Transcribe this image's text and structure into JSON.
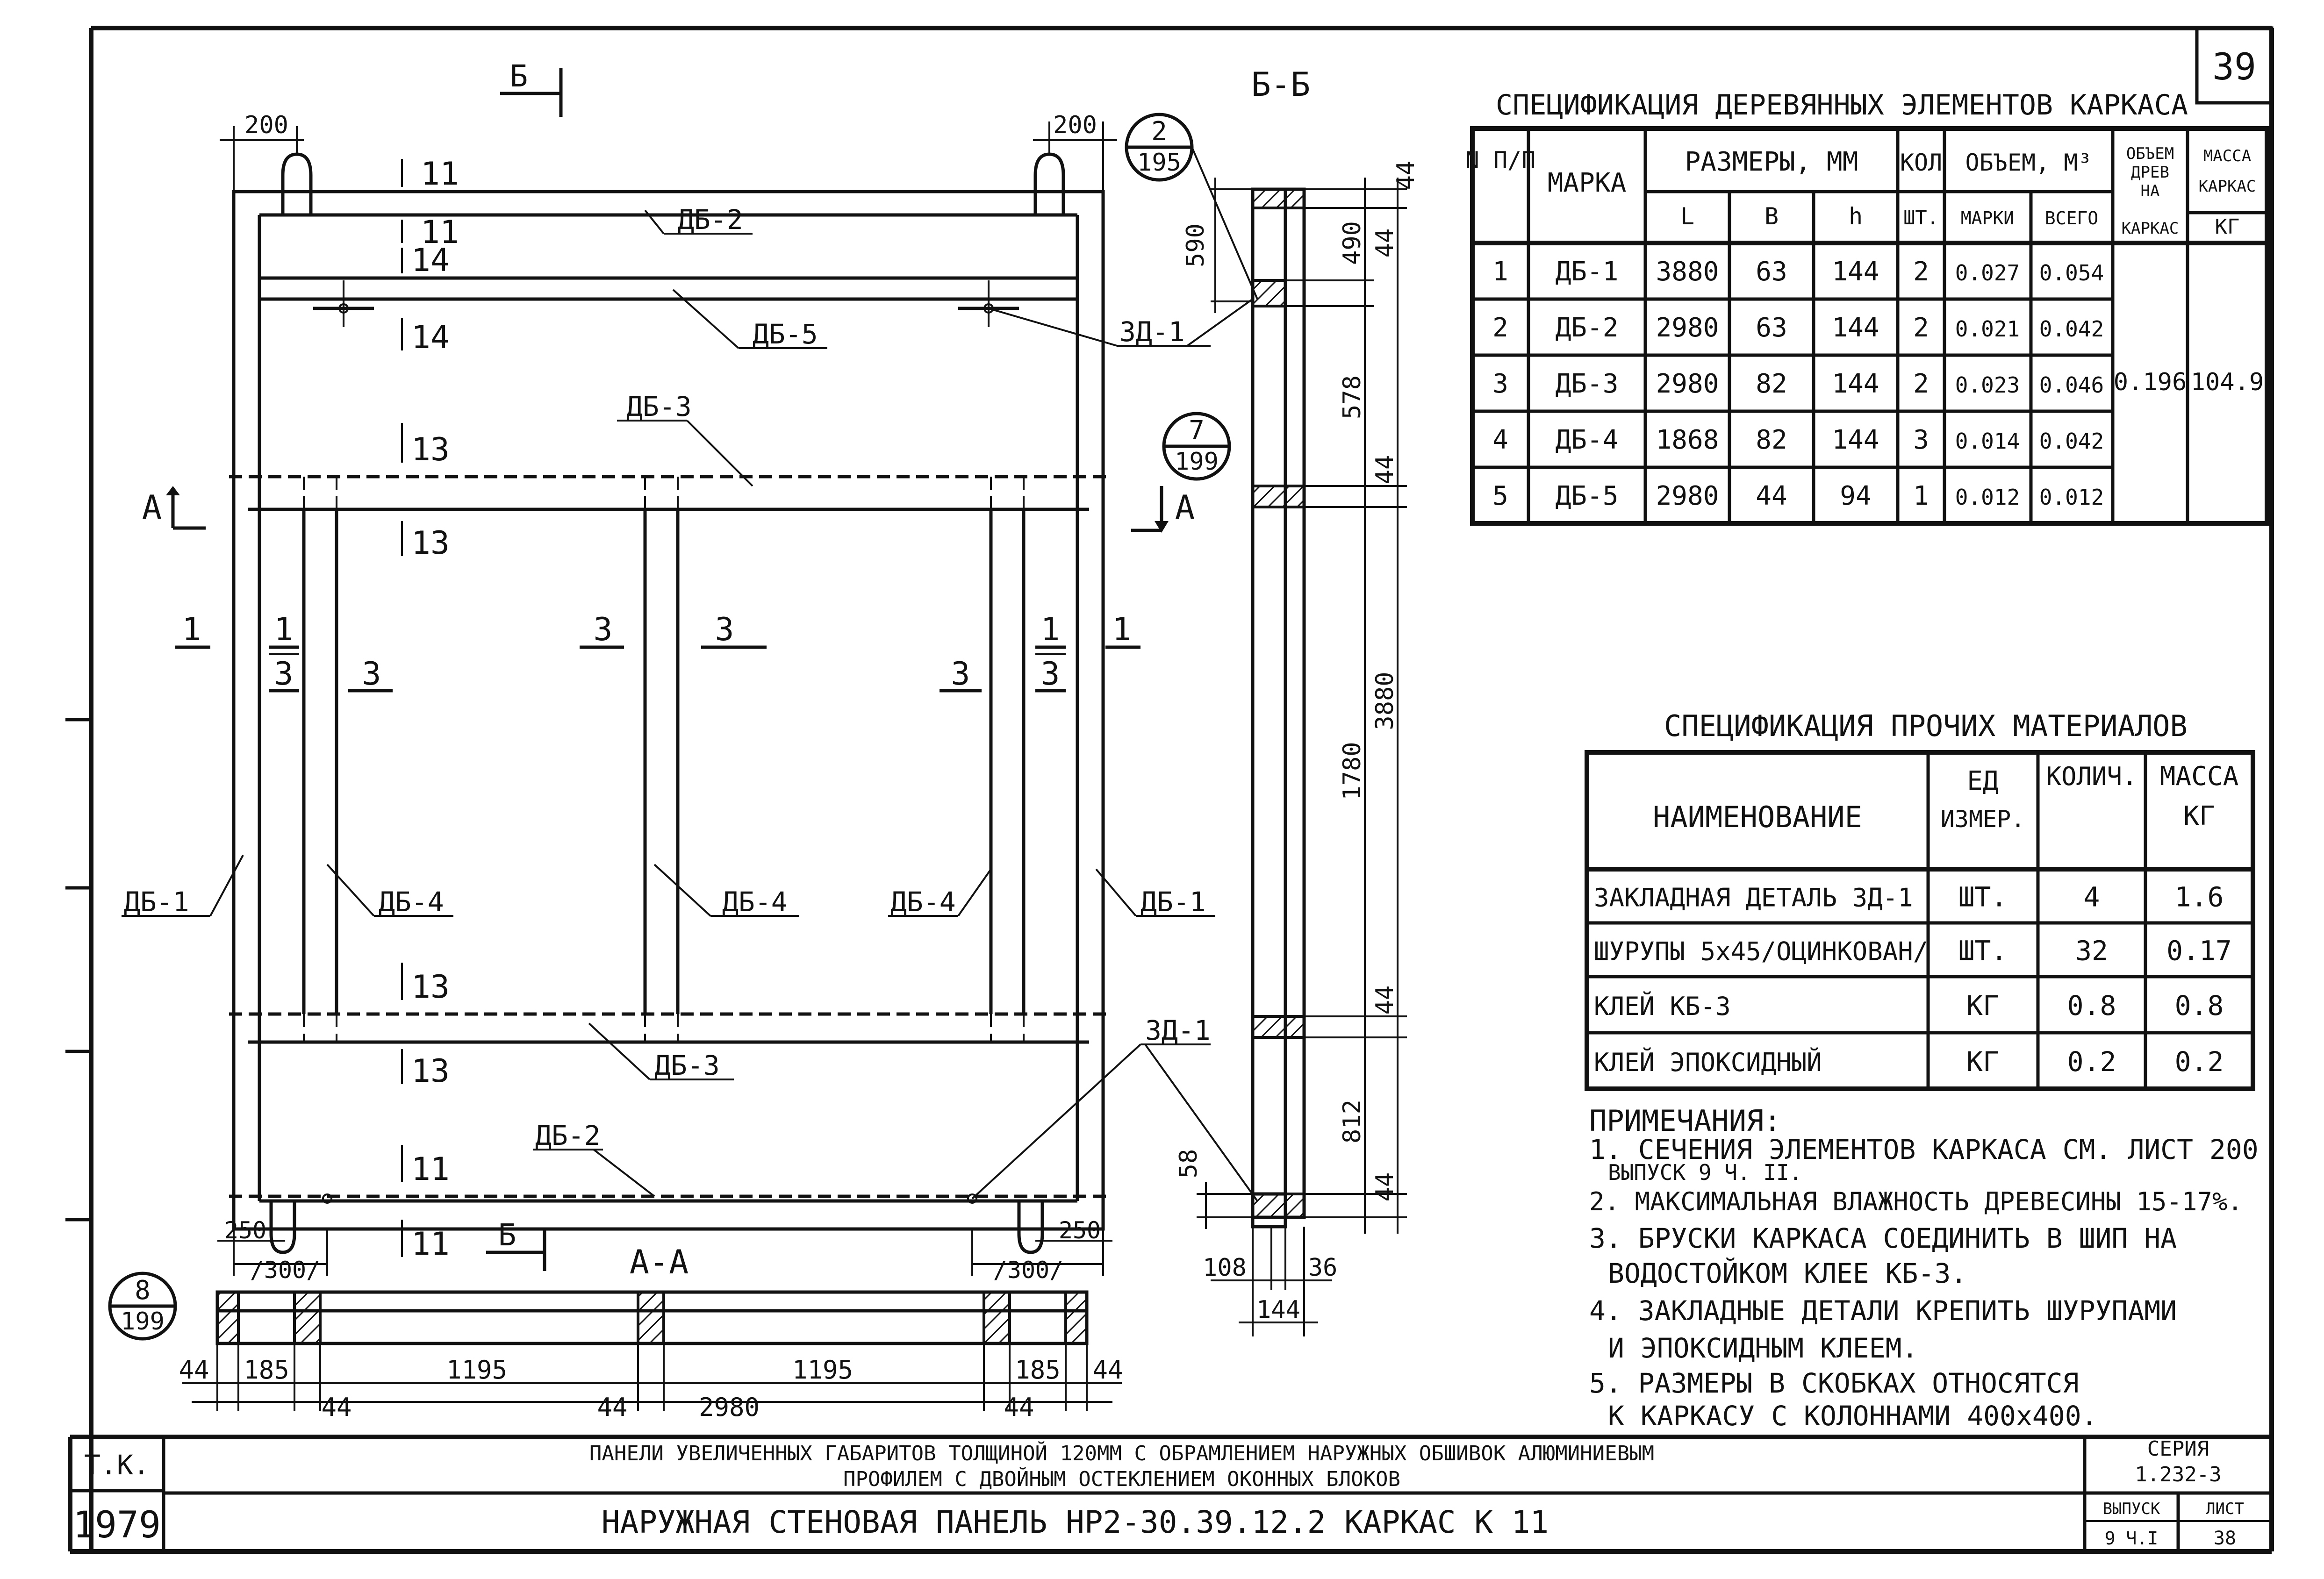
{
  "sheet": {
    "number": "39",
    "tk": "Т.К.",
    "year": "1979",
    "title_line1": "ПАНЕЛИ УВЕЛИЧЕННЫХ ГАБАРИТОВ ТОЛЩИНОЙ 120ММ С ОБРАМЛЕНИЕМ НАРУЖНЫХ ОБШИВОК АЛЮМИНИЕВЫМ",
    "title_line2": "ПРОФИЛЕМ С ДВОЙНЫМ ОСТЕКЛЕНИЕМ ОКОННЫХ БЛОКОВ",
    "title_line3": "НАРУЖНАЯ СТЕНОВАЯ ПАНЕЛЬ НР2-30.39.12.2 КАРКАС К 11",
    "series_label": "СЕРИЯ",
    "series_value": "1.232-3",
    "issue_label": "ВЫПУСК",
    "issue_value": "9 Ч.I",
    "list_label": "ЛИСТ",
    "list_value": "38"
  },
  "drawing": {
    "view_bb": "Б-Б",
    "view_aa": "А-А",
    "cut_b": "Б",
    "cut_a": "А",
    "dim_200": "200",
    "dim_250": "250",
    "dim_300": "/300/",
    "dim_590": "590",
    "dim_490": "490",
    "dim_578": "578",
    "dim_44": "44",
    "dim_3880": "3880",
    "dim_1780": "1780",
    "dim_812": "812",
    "dim_58": "58",
    "dim_108": "108",
    "dim_36": "36",
    "dim_144": "144",
    "dim_185": "185",
    "dim_1195": "1195",
    "dim_2980": "2980",
    "ref_2_top": "2",
    "ref_2_bot": "195",
    "ref_7_top": "7",
    "ref_7_bot": "199",
    "ref_8_top": "8",
    "ref_8_bot": "199",
    "sec_11": "11",
    "sec_14": "14",
    "sec_13": "13",
    "sec_1": "1",
    "sec_3": "3",
    "lbl_db1": "ДБ-1",
    "lbl_db2": "ДБ-2",
    "lbl_db3": "ДБ-3",
    "lbl_db4": "ДБ-4",
    "lbl_db5": "ДБ-5",
    "lbl_zd1": "ЗД-1"
  },
  "spec_wood": {
    "title": "СПЕЦИФИКАЦИЯ ДЕРЕВЯННЫХ ЭЛЕМЕНТОВ КАРКАСА",
    "headers": {
      "num": "N П/П",
      "mark": "МАРКА",
      "sizes": "РАЗМЕРЫ, ММ",
      "L": "L",
      "B": "В",
      "h": "h",
      "qty": "КОЛ",
      "qty_unit": "ШТ.",
      "vol": "ОБЪЕМ, М³",
      "vol_mark": "МАРКИ",
      "vol_total": "ВСЕГО",
      "vol_frame": "ОБЪЕМ ДРЕВ НА КАРКАС",
      "mass": "МАССА КАРКАС",
      "mass_unit": "КГ"
    },
    "rows": [
      {
        "n": "1",
        "mark": "ДБ-1",
        "L": "3880",
        "B": "63",
        "h": "144",
        "qty": "2",
        "vol": "0.027",
        "total": "0.054"
      },
      {
        "n": "2",
        "mark": "ДБ-2",
        "L": "2980",
        "B": "63",
        "h": "144",
        "qty": "2",
        "vol": "0.021",
        "total": "0.042"
      },
      {
        "n": "3",
        "mark": "ДБ-3",
        "L": "2980",
        "B": "82",
        "h": "144",
        "qty": "2",
        "vol": "0.023",
        "total": "0.046"
      },
      {
        "n": "4",
        "mark": "ДБ-4",
        "L": "1868",
        "B": "82",
        "h": "144",
        "qty": "3",
        "vol": "0.014",
        "total": "0.042"
      },
      {
        "n": "5",
        "mark": "ДБ-5",
        "L": "2980",
        "B": "44",
        "h": "94",
        "qty": "1",
        "vol": "0.012",
        "total": "0.012"
      }
    ],
    "frame_volume": "0.196",
    "frame_mass": "104.9"
  },
  "spec_other": {
    "title": "СПЕЦИФИКАЦИЯ ПРОЧИХ МАТЕРИАЛОВ",
    "headers": {
      "name": "НАИМЕНОВАНИЕ",
      "unit": "ЕД ИЗМЕР.",
      "qty": "КОЛИЧ.",
      "mass": "МАССА КГ"
    },
    "rows": [
      {
        "name": "ЗАКЛАДНАЯ ДЕТАЛЬ ЗД-1",
        "unit": "ШТ.",
        "qty": "4",
        "mass": "1.6"
      },
      {
        "name": "ШУРУПЫ 5х45/ОЦИНКОВАН/",
        "unit": "ШТ.",
        "qty": "32",
        "mass": "0.17"
      },
      {
        "name": "КЛЕЙ КБ-3",
        "unit": "КГ",
        "qty": "0.8",
        "mass": "0.8"
      },
      {
        "name": "КЛЕЙ ЭПОКСИДНЫЙ",
        "unit": "КГ",
        "qty": "0.2",
        "mass": "0.2"
      }
    ]
  },
  "notes": {
    "title": "ПРИМЕЧАНИЯ:",
    "items": [
      "1. СЕЧЕНИЯ ЭЛЕМЕНТОВ КАРКАСА СМ. ЛИСТ 200",
      "ВЫПУСК 9 Ч. II.",
      "2. МАКСИМАЛЬНАЯ ВЛАЖНОСТЬ ДРЕВЕСИНЫ 15-17%.",
      "3. БРУСКИ КАРКАСА СОЕДИНИТЬ В ШИП НА",
      "ВОДОСТОЙКОМ КЛЕЕ КБ-3.",
      "4. ЗАКЛАДНЫЕ ДЕТАЛИ КРЕПИТЬ ШУРУПАМИ",
      "И ЭПОКСИДНЫМ КЛЕЕМ.",
      "5. РАЗМЕРЫ В СКОБКАХ ОТНОСЯТСЯ",
      "К КАРКАСУ С КОЛОННАМИ 400х400."
    ]
  }
}
